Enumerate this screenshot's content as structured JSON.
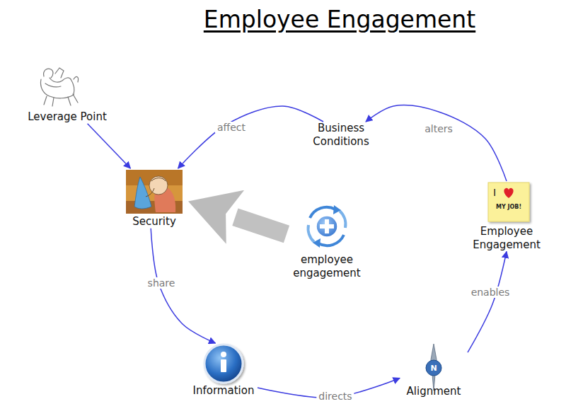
{
  "diagram": {
    "title": "Employee Engagement",
    "nodes": [
      {
        "text": [
          "Leverage Point"
        ]
      },
      {
        "text": [
          "Business Conditions"
        ]
      },
      {
        "text": [
          "Security"
        ]
      },
      {
        "text": [
          "employee engagement"
        ]
      },
      {
        "text": [
          "Employee Engagement"
        ]
      },
      {
        "text": [
          "Information"
        ]
      },
      {
        "text": [
          "Alignment"
        ]
      }
    ],
    "edges": [
      {
        "from": 0,
        "to": 2,
        "arrow": "to"
      },
      {
        "from": 1,
        "to": 2,
        "label": "affect",
        "arrow": "to"
      },
      {
        "from": 2,
        "to": 5,
        "label": "share",
        "arrow": "to"
      },
      {
        "from": 5,
        "to": 6,
        "label": "directs",
        "arrow": "to"
      },
      {
        "from": 6,
        "to": 4,
        "label": "enables",
        "arrow": "to"
      },
      {
        "from": 4,
        "to": 1,
        "label": "alters",
        "arrow": "to"
      },
      {
        "from": 3,
        "to": 2,
        "arrow": "to"
      }
    ],
    "labels": [
      "I",
      "MY JOB!",
      "N"
    ]
  }
}
